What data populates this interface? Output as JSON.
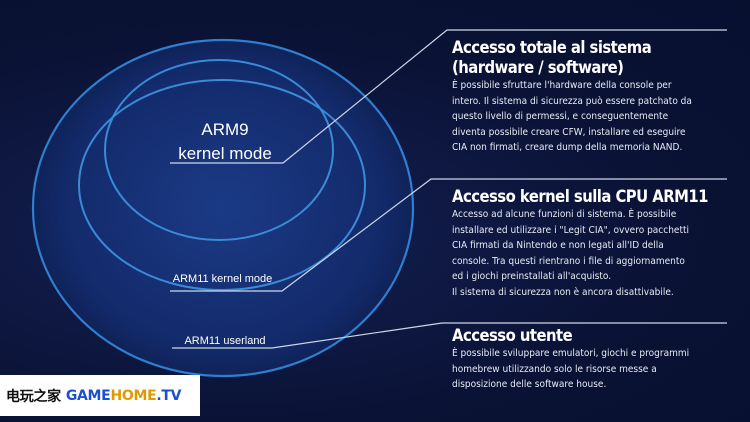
{
  "diagram": {
    "rings": [
      {
        "label": "ARM9\nkernel mode"
      },
      {
        "label": "ARM11 kernel mode"
      },
      {
        "label": "ARM11 userland"
      }
    ],
    "colors": {
      "background": "#0a1235",
      "ring_stroke": "#2f7fd0",
      "ring_fill": "#132a6a",
      "connector": "#cfd6e6"
    }
  },
  "panels": {
    "total": {
      "title": "Accesso totale al sistema\n(hardware / software)",
      "body": "È possibile sfruttare l'hardware della console per\nintero. Il sistema di sicurezza può essere patchato da\nquesto livello di permessi, e conseguentemente\ndiventa possibile creare CFW, installare ed eseguire\nCIA non firmati, creare dump della memoria NAND."
    },
    "kernel": {
      "title": "Accesso kernel sulla CPU ARM11",
      "body": "Accesso ad alcune funzioni di sistema. È possibile\ninstallare ed utilizzare i \"Legit CIA\", ovvero pacchetti\nCIA firmati da Nintendo e non legati all'ID della\nconsole. Tra questi rientrano i file di aggiornamento\ned i giochi preinstallati all'acquisto.\nIl sistema di sicurezza non è ancora disattivabile."
    },
    "user": {
      "title": "Accesso utente",
      "body": "È possibile sviluppare emulatori, giochi e programmi\nhomebrew utilizzando solo le risorse messe a\ndisposizione delle software house."
    }
  },
  "watermark": {
    "chinese": "电玩之家",
    "game": "GAME",
    "home": "HOME",
    "tv": ".TV",
    "colors": {
      "game": "#1a4fd0",
      "home": "#e09a00"
    }
  }
}
